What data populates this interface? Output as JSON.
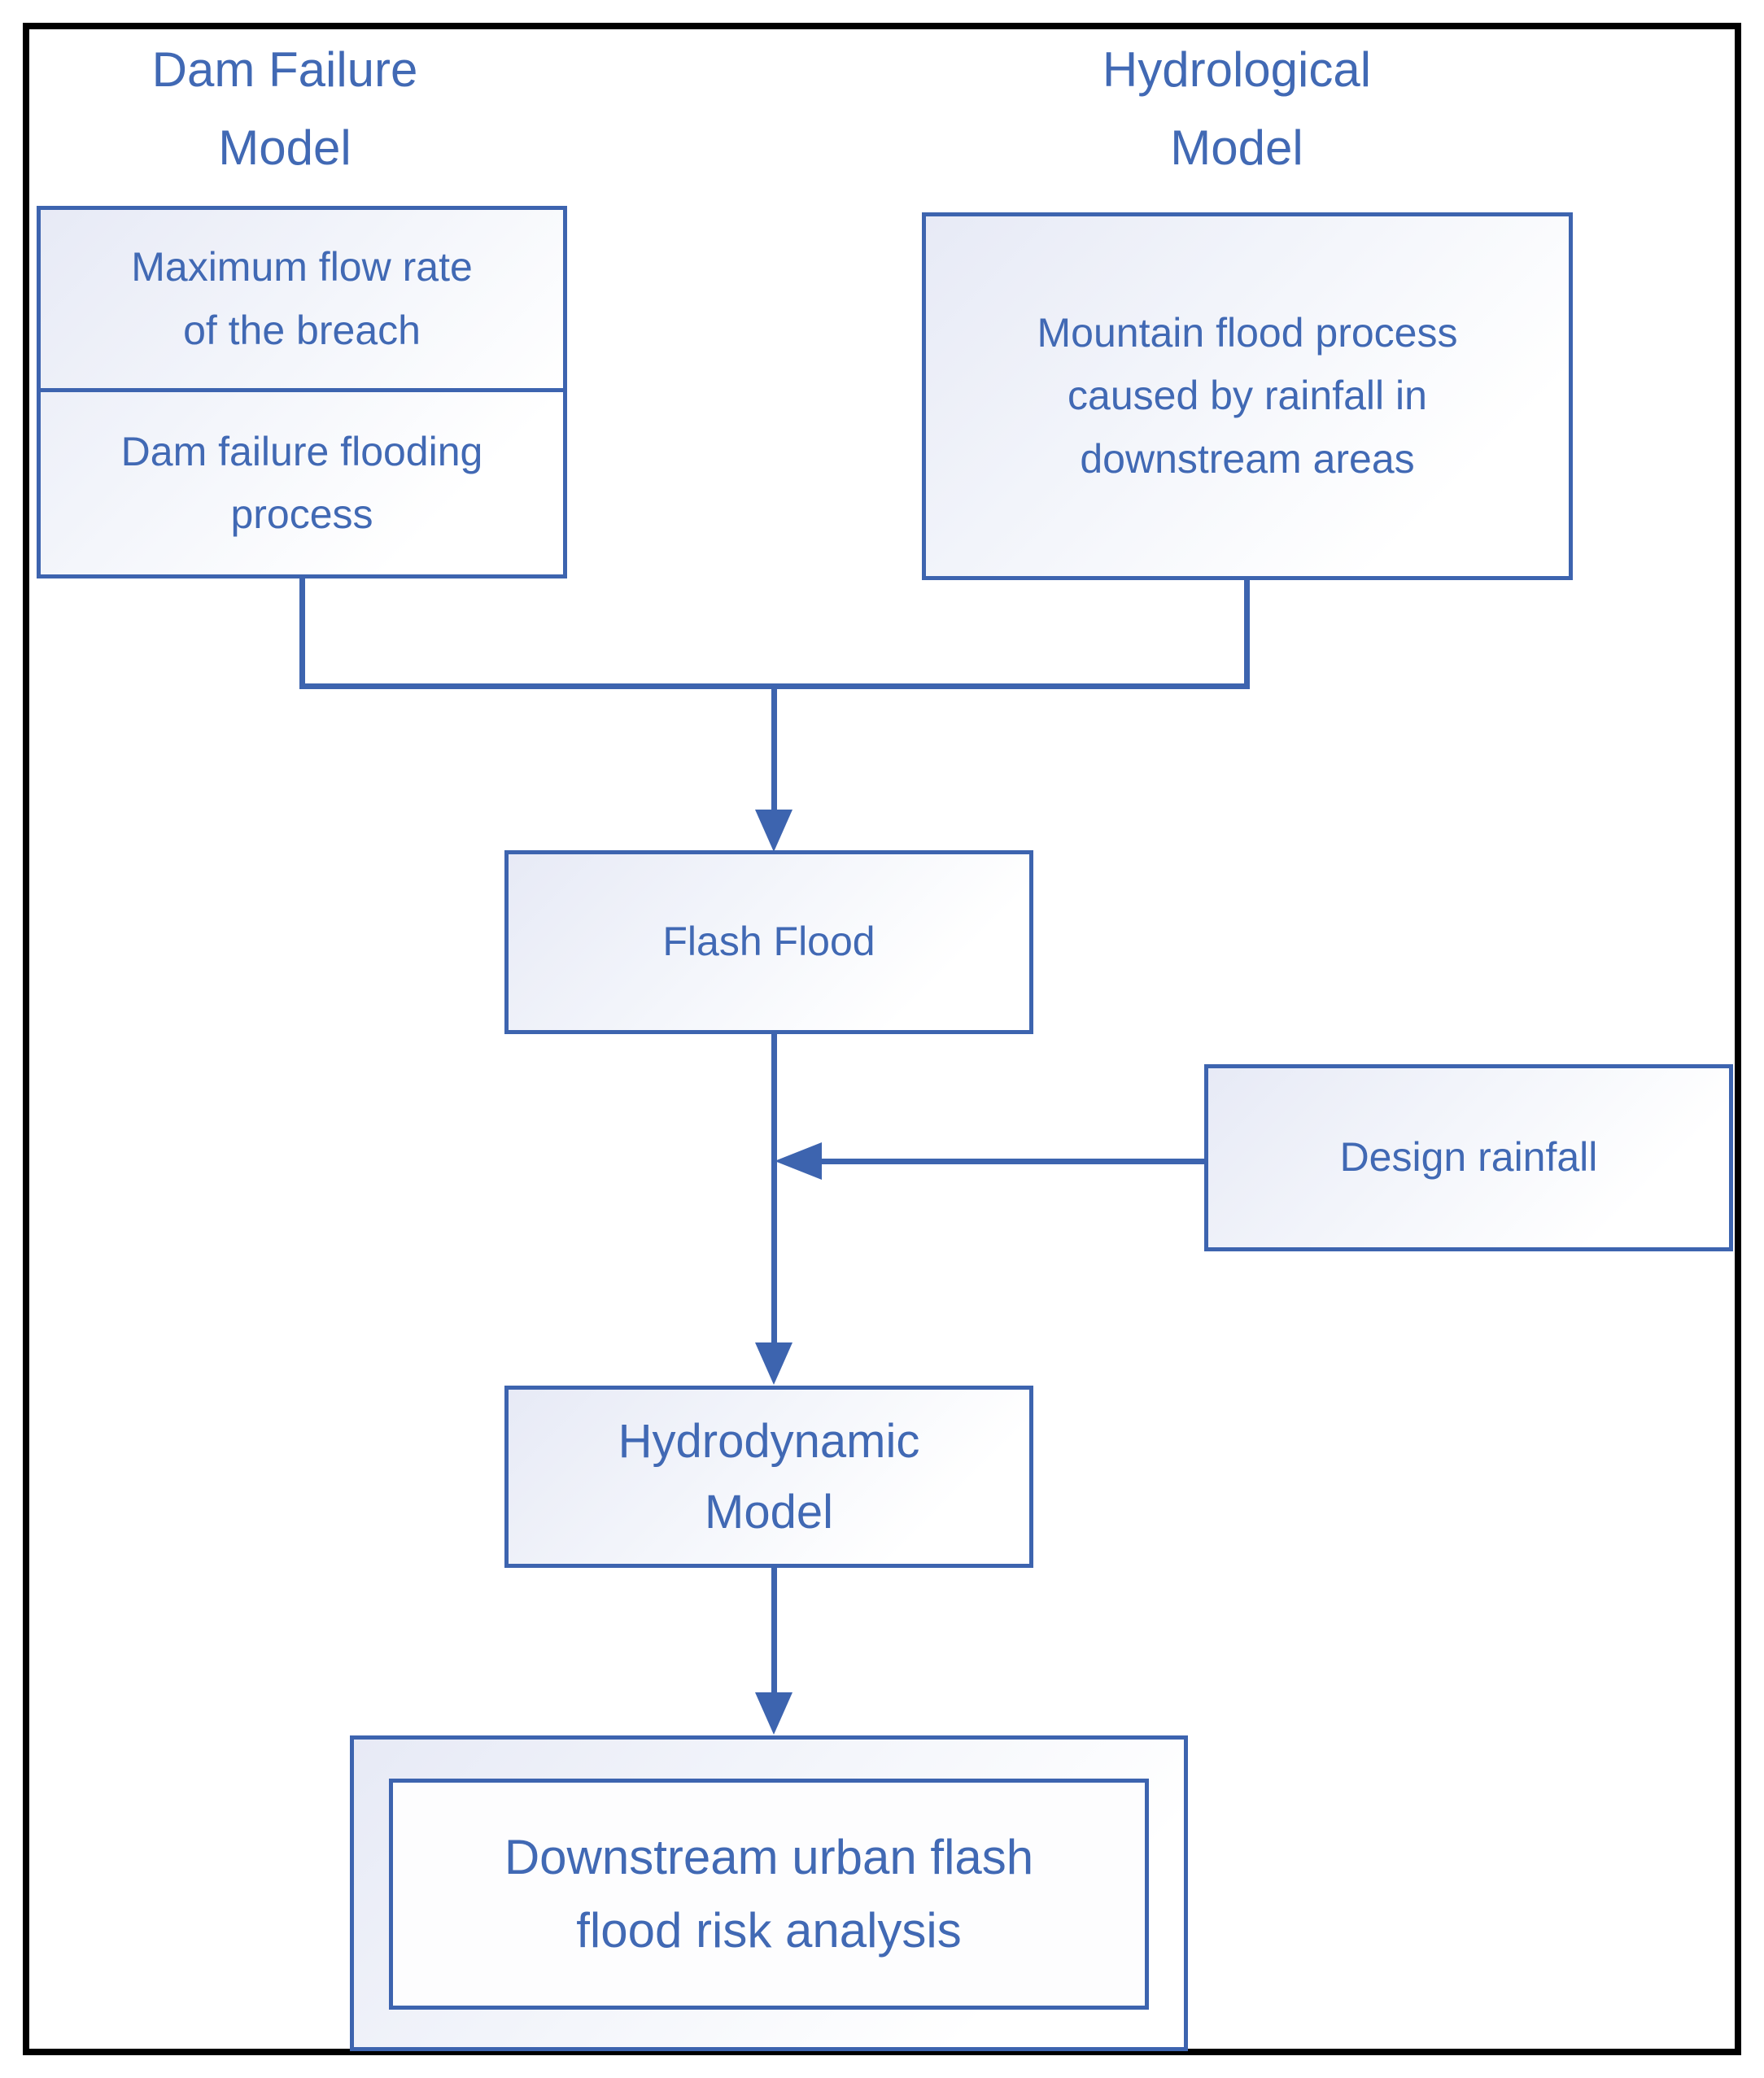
{
  "diagram": {
    "titles": {
      "dam_failure": "Dam Failure Model",
      "hydrological": "Hydrological Model"
    },
    "nodes": {
      "max_flow": "Maximum flow rate of the breach",
      "flooding_process": "Dam failure flooding process",
      "mountain_flood": "Mountain flood process caused by rainfall in downstream areas",
      "flash_flood": "Flash Flood",
      "design_rainfall": "Design rainfall",
      "hydrodynamic": "Hydrodynamic Model",
      "risk_analysis": "Downstream urban flash flood risk analysis"
    },
    "colors": {
      "line_and_border": "#3d64af",
      "text": "#4169b4",
      "box_fill_light": "#e7eaf6",
      "box_fill_white": "#ffffff",
      "outer_frame": "#000000"
    }
  }
}
